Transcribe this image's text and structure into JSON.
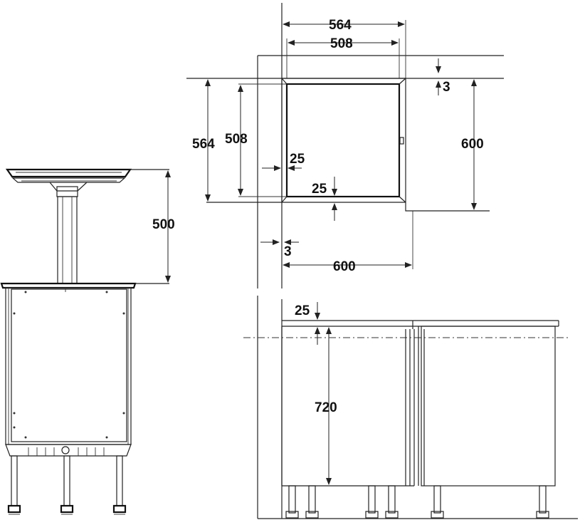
{
  "dimensions": {
    "top_outer_width": "564",
    "top_inner_width": "508",
    "top_gap": "3",
    "left_outer_height": "564",
    "left_inner_height": "508",
    "side_height": "600",
    "inner_offset_x": "25",
    "inner_offset_y": "25",
    "bottom_gap": "3",
    "bottom_width": "600",
    "lift_height": "500",
    "worktop_thickness": "25",
    "cabinet_height": "720"
  }
}
